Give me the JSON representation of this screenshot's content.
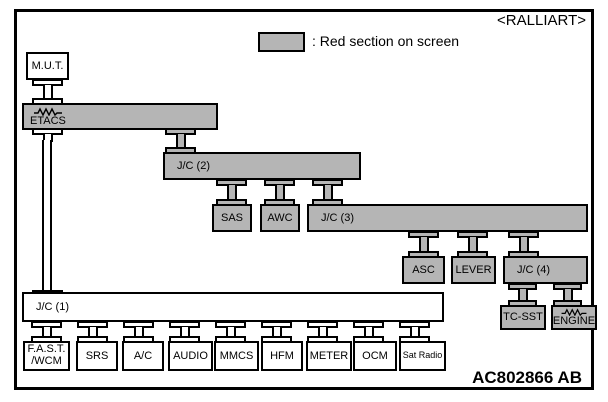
{
  "diagram": {
    "title": "<RALLIART>",
    "reference_code": "AC802866 AB",
    "legend": {
      "text": ": Red section on screen",
      "swatch_color": "#b5b5b5"
    },
    "colors": {
      "shaded_fill": "#b5b5b5",
      "plain_fill": "#ffffff",
      "line": "#000000"
    },
    "nodes": {
      "mut": {
        "label": "M.U.T.",
        "shaded": false
      },
      "etacs": {
        "label": "ETACS",
        "shaded": true,
        "icon": "resistor-squiggle-icon"
      },
      "jc2": {
        "label": "J/C (2)",
        "shaded": true
      },
      "sas": {
        "label": "SAS",
        "shaded": true
      },
      "awc": {
        "label": "AWC",
        "shaded": true
      },
      "jc3": {
        "label": "J/C (3)",
        "shaded": true
      },
      "asc": {
        "label": "ASC",
        "shaded": true
      },
      "lever": {
        "label": "LEVER",
        "shaded": true
      },
      "jc4": {
        "label": "J/C (4)",
        "shaded": true
      },
      "tcsst": {
        "label": "TC-SST",
        "shaded": true
      },
      "engine": {
        "label": "ENGINE",
        "shaded": true,
        "icon": "resistor-squiggle-icon"
      },
      "jc1": {
        "label": "J/C (1)",
        "shaded": false
      },
      "fast_wcm": {
        "label_line1": "F.A.S.T.",
        "label_line2": "/WCM",
        "shaded": false
      },
      "srs": {
        "label": "SRS",
        "shaded": false
      },
      "ac": {
        "label": "A/C",
        "shaded": false
      },
      "audio": {
        "label": "AUDIO",
        "shaded": false
      },
      "mmcs": {
        "label": "MMCS",
        "shaded": false
      },
      "hfm": {
        "label": "HFM",
        "shaded": false
      },
      "meter": {
        "label": "METER",
        "shaded": false
      },
      "ocm": {
        "label": "OCM",
        "shaded": false
      },
      "sat_radio": {
        "label": "Sat Radio",
        "shaded": false
      }
    }
  }
}
